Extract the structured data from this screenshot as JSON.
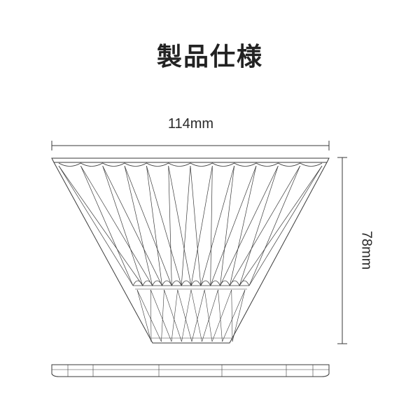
{
  "title": "製品仕様",
  "dimensions": {
    "width_label": "114mm",
    "height_label": "78mm"
  },
  "colors": {
    "line": "#3a3a3a",
    "text": "#222222",
    "background": "#ffffff"
  }
}
